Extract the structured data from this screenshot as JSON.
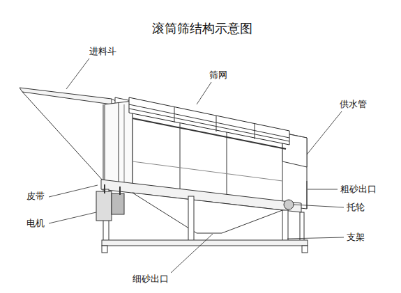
{
  "diagram": {
    "title": "滚筒筛结构示意图",
    "labels": [
      "进料斗",
      "筛网",
      "供水管",
      "皮带",
      "粗砂出口",
      "电机",
      "托轮",
      "支架",
      "细砂出口"
    ]
  }
}
